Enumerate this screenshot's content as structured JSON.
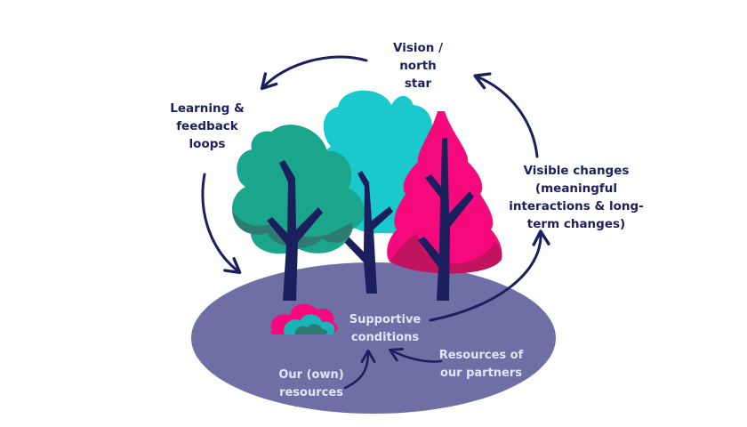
{
  "colors": {
    "navy": "#1b1f5e",
    "ground": "#6f6fa6",
    "teal": "#1aa68c",
    "teal_dark": "#2f7b73",
    "cyan": "#19c9cc",
    "magenta": "#f5097c",
    "magenta_dark": "#c2135f",
    "light_text": "#dfe6f7"
  },
  "labels": {
    "vision": "Vision /\nnorth\nstar",
    "learning": "Learning &\nfeedback\nloops",
    "visible_changes": "Visible changes\n(meaningful\ninteractions & long-\nterm changes)",
    "supportive": "Supportive\nconditions",
    "own_resources": "Our (own)\nresources",
    "partner_resources": "Resources of\nour partners"
  },
  "icons": [
    "arrow-icon",
    "tree-icon",
    "bush-icon"
  ]
}
